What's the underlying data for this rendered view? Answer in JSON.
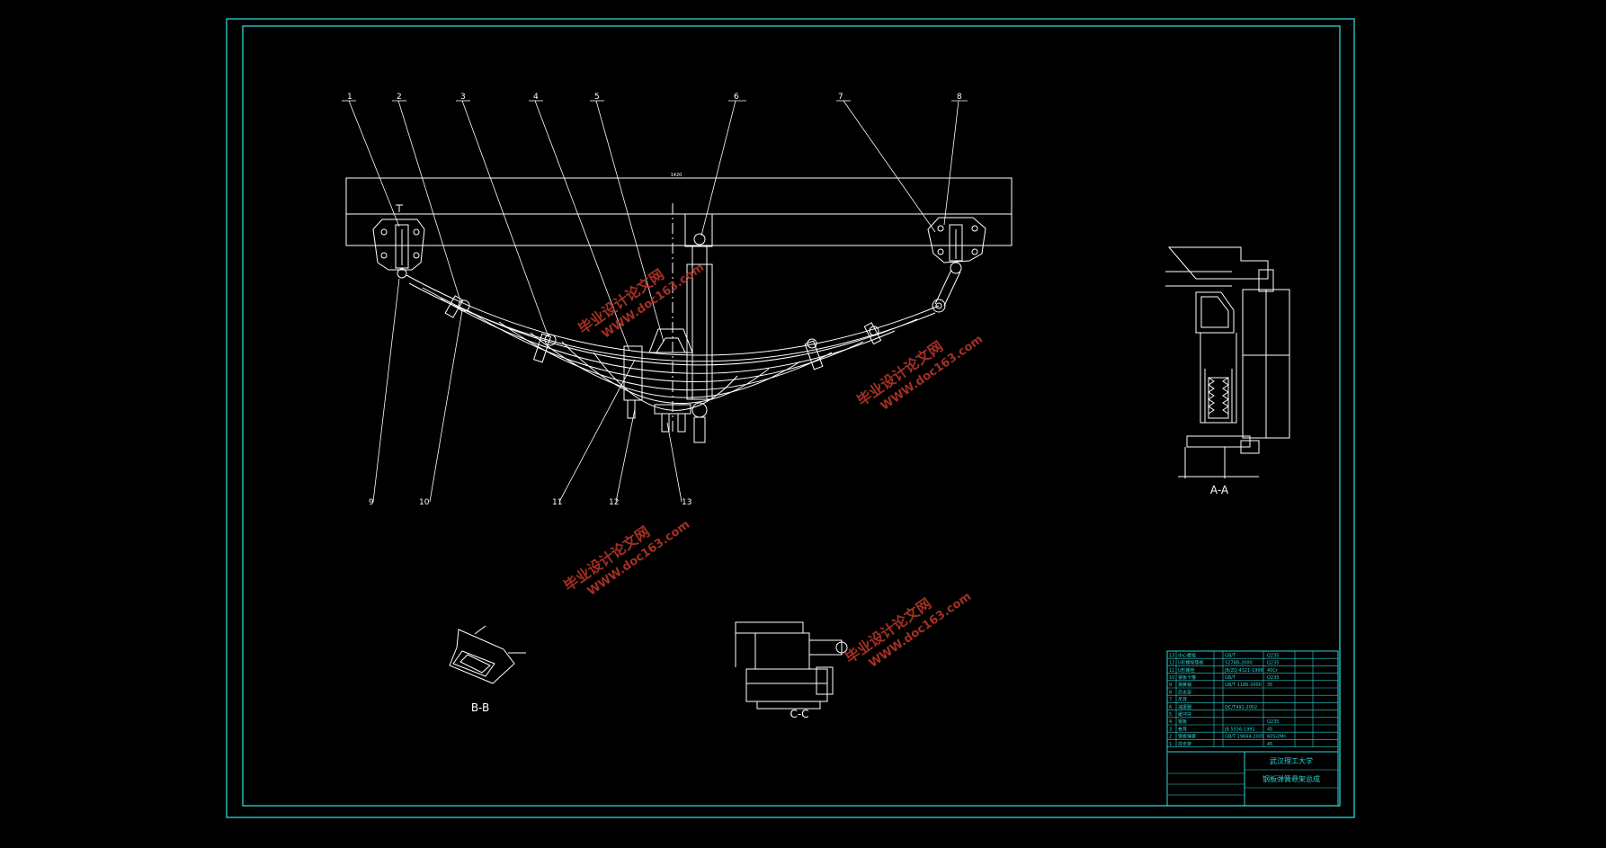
{
  "balloons": [
    "1",
    "2",
    "3",
    "4",
    "5",
    "6",
    "7",
    "8",
    "9",
    "10",
    "11",
    "12",
    "13"
  ],
  "dimension_top": "1420",
  "views": {
    "a": "A-A",
    "b": "B-B",
    "c": "C-C"
  },
  "watermark": {
    "line1": "毕业设计论文网",
    "line2": "WWW.doc163.com"
  },
  "title_block": {
    "university": "武汉理工大学",
    "drawing_name": "钢板弹簧悬架总成",
    "parts": [
      {
        "no": "13",
        "name": "中心螺栓",
        "std": "GB/T",
        "mat": "Q235"
      },
      {
        "no": "12",
        "name": "U形螺栓垫板",
        "std": "5278B-2000",
        "mat": "Q235"
      },
      {
        "no": "11",
        "name": "U形螺栓",
        "std": "JB/ZQ 4321-1998",
        "mat": "40Cr"
      },
      {
        "no": "10",
        "name": "钢板卡箍",
        "std": "GB/T",
        "mat": "Q235"
      },
      {
        "no": "9",
        "name": "弹簧销",
        "std": "GB/T 1186-2000",
        "mat": "35"
      },
      {
        "no": "8",
        "name": "后支架",
        "std": "",
        "mat": ""
      },
      {
        "no": "7",
        "name": "吊耳",
        "std": "",
        "mat": ""
      },
      {
        "no": "6",
        "name": "减振器",
        "std": "QC/T491-2002",
        "mat": ""
      },
      {
        "no": "5",
        "name": "缓冲块",
        "std": "",
        "mat": ""
      },
      {
        "no": "4",
        "name": "钢板",
        "std": "",
        "mat": "Q235"
      },
      {
        "no": "3",
        "name": "卷耳",
        "std": "JB 5556-1991",
        "mat": "45"
      },
      {
        "no": "2",
        "name": "钢板弹簧",
        "std": "GB/T 19844-2005",
        "mat": "60Si2Mn"
      },
      {
        "no": "1",
        "name": "前支架",
        "std": "",
        "mat": "45"
      }
    ]
  }
}
